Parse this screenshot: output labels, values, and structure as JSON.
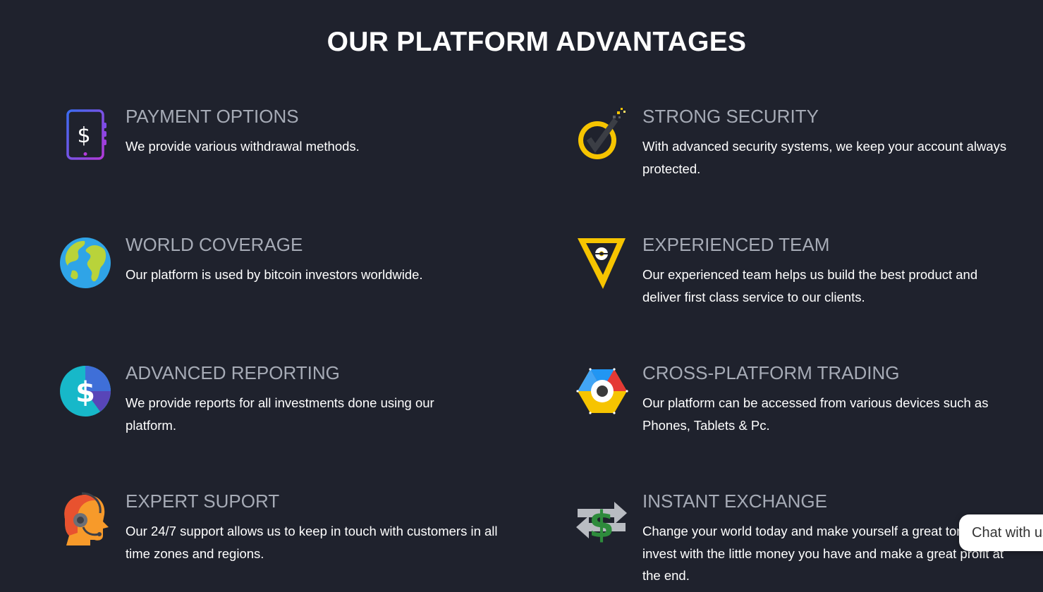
{
  "section": {
    "title": "OUR PLATFORM ADVANTAGES"
  },
  "features": [
    {
      "icon": "mobile-payment-icon",
      "heading": "PAYMENT OPTIONS",
      "description": "We provide various withdrawal methods."
    },
    {
      "icon": "security-shield-check-icon",
      "heading": "STRONG SECURITY",
      "description": "With advanced security systems, we keep your account always protected."
    },
    {
      "icon": "globe-icon",
      "heading": "WORLD COVERAGE",
      "description": "Our platform is used by bitcoin investors worldwide."
    },
    {
      "icon": "team-badge-icon",
      "heading": "EXPERIENCED TEAM",
      "description": "Our experienced team helps us build the best product and deliver first class service to our clients."
    },
    {
      "icon": "dollar-chart-icon",
      "heading": "ADVANCED REPORTING",
      "description": "We provide reports for all investments done using our platform."
    },
    {
      "icon": "hexagon-platform-icon",
      "heading": "CROSS-PLATFORM TRADING",
      "description": "Our platform can be accessed from various devices such as Phones, Tablets & Pc."
    },
    {
      "icon": "headset-support-icon",
      "heading": "EXPERT SUPORT",
      "description": "Our 24/7 support allows us to keep in touch with customers in all time zones and regions."
    },
    {
      "icon": "currency-exchange-icon",
      "heading": "INSTANT EXCHANGE",
      "description": "Change your world today and make yourself a great tomorrow, invest with the little money you have and make a great profit at the end."
    }
  ],
  "chat": {
    "label": "Chat with us"
  },
  "colors": {
    "background": "#1f222d",
    "heading": "#a6abb6",
    "text": "#ffffff"
  }
}
